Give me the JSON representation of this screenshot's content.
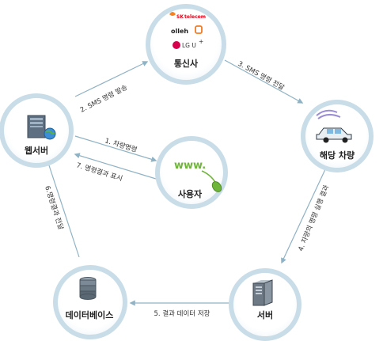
{
  "nodes": {
    "carrier": {
      "label": "통신사",
      "logos": {
        "sk": "SK",
        "sk_sub": "telecom",
        "olleh": "olleh",
        "lg": "LG U",
        "lg_sup": "+"
      }
    },
    "web_server": {
      "label": "웹서버"
    },
    "vehicle": {
      "label": "해당 차량"
    },
    "user": {
      "label": "사용자",
      "www": "www."
    },
    "server": {
      "label": "서버"
    },
    "database": {
      "label": "데이터베이스"
    }
  },
  "edges": {
    "e1": "1. 차량명령",
    "e2": "2. SMS 명령 발송",
    "e3": "3. SMS 명령 전달",
    "e4": "4. 차량의 명령 실행 결과",
    "e5": "5. 결과 데이터 저장",
    "e6": "6.명령결과 전달",
    "e7": "7. 명령결과 표시"
  },
  "colors": {
    "ring": "#c9dde8",
    "arrow": "#8fb2c4",
    "node_fill": "#ffffff"
  }
}
